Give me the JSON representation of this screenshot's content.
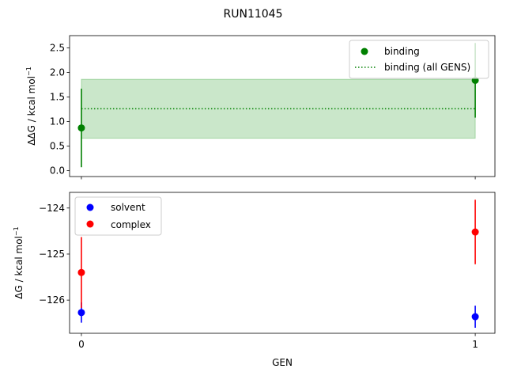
{
  "chart_data": {
    "suptitle": "RUN11045",
    "xlabel": "GEN",
    "x_ticks": [
      "0",
      "1"
    ],
    "xlim": [
      -0.03,
      1.05
    ],
    "panels": [
      {
        "type": "scatter",
        "ylabel_main": "ΔΔG / kcal mol",
        "ylabel_sup": "−1",
        "ylim": [
          -0.12,
          2.75
        ],
        "y_ticks": [
          "0.0",
          "0.5",
          "1.0",
          "1.5",
          "2.0",
          "2.5"
        ],
        "y_tick_values": [
          0.0,
          0.5,
          1.0,
          1.5,
          2.0,
          2.5
        ],
        "legend_position": "top-right",
        "series": [
          {
            "name": "binding",
            "color": "#008000",
            "points": [
              {
                "x": 0,
                "y": 0.87,
                "err": 0.8
              },
              {
                "x": 1,
                "y": 1.84,
                "err": 0.76
              }
            ]
          }
        ],
        "aggregate": {
          "name": "binding (all GENS)",
          "color": "#008000",
          "band_color": "#2ca02c",
          "mean": 1.26,
          "lower": 0.66,
          "upper": 1.86
        }
      },
      {
        "type": "scatter",
        "ylabel_main": "ΔG / kcal mol",
        "ylabel_sup": "−1",
        "ylim": [
          -126.72,
          -123.66
        ],
        "y_ticks": [
          "−124",
          "−125",
          "−126"
        ],
        "y_tick_values": [
          -124,
          -125,
          -126
        ],
        "legend_position": "top-left",
        "series": [
          {
            "name": "solvent",
            "color": "#0000ff",
            "points": [
              {
                "x": 0,
                "y": -126.27,
                "err": 0.22
              },
              {
                "x": 1,
                "y": -126.36,
                "err": 0.24
              }
            ]
          },
          {
            "name": "complex",
            "color": "#ff0000",
            "points": [
              {
                "x": 0,
                "y": -125.4,
                "err": 0.77
              },
              {
                "x": 1,
                "y": -124.52,
                "err": 0.7
              }
            ]
          }
        ]
      }
    ]
  }
}
